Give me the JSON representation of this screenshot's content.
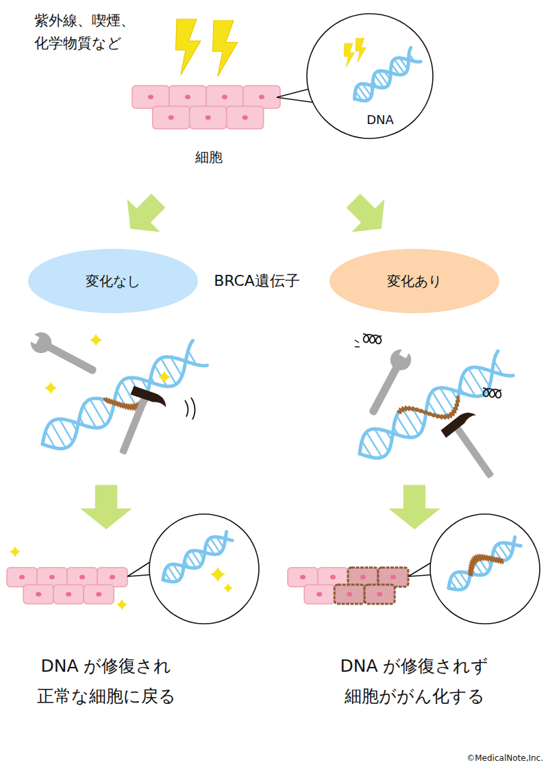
{
  "diagram": {
    "nodes": [
      {
        "text": [
          "DNA"
        ]
      },
      {
        "text": [
          "変化なし"
        ]
      },
      {
        "text": [
          "変化あり"
        ]
      }
    ],
    "labels": [
      "紫外線、喫煙、 化学物質など",
      "細胞",
      "BRCA遺伝子",
      "DNA が修復され 正常な細胞に戻る",
      "DNA が修復されず 細胞ががん化する",
      "©MedicalNote,Inc."
    ]
  }
}
